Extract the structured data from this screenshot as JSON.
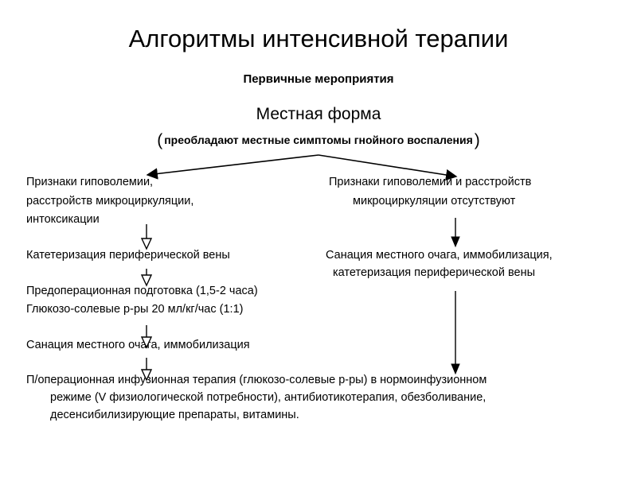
{
  "title": "Алгоритмы интенсивной терапии",
  "subtitle": "Первичные мероприятия",
  "form_title": "Местная форма",
  "form_note": {
    "open": "(",
    "text": "преобладают местные симптомы гнойного воспаления",
    "close": ")"
  },
  "left": {
    "condition": [
      "Признаки гиповолемии,",
      "расстройств микроциркуляции,",
      "интоксикации"
    ],
    "step1": "Катетеризация периферической вены",
    "step2": [
      "Предоперационная подготовка (1,5-2 часа)",
      "Глюкозо-солевые р-ры 20 мл/кг/час (1:1)"
    ],
    "step3": "Санация местного очага, иммобилизация"
  },
  "right": {
    "condition": [
      "Признаки гиповолемии и расстройств",
      "микроциркуляции отсутствуют"
    ],
    "step1": [
      "Санация местного очага, иммобилизация,",
      "катетеризация периферической вены"
    ]
  },
  "final": [
    "П/операционная инфузионная терапия (глюкозо-солевые р-ры) в нормоинфузионном",
    "режиме (V физиологической потребности), антибиотикотерапия, обезболивание,",
    "десенсибилизирующие препараты, витамины."
  ]
}
